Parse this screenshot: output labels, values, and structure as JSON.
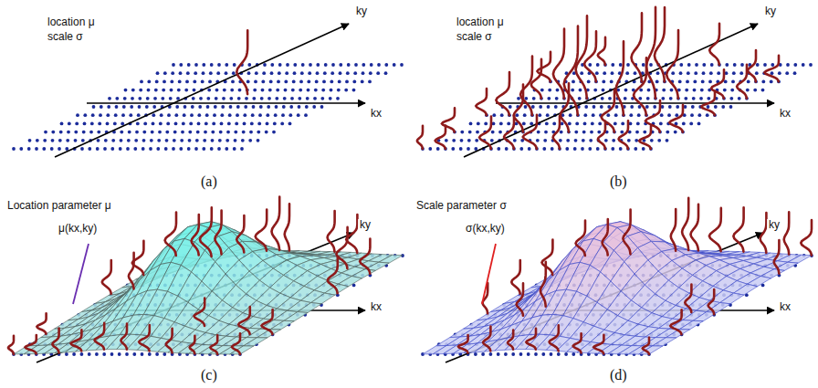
{
  "diagram": {
    "labels": [
      "location μ",
      "scale σ",
      "ky",
      "kx",
      "(a)",
      "location μ",
      "scale σ",
      "ky",
      "kx",
      "(b)",
      "Location parameter μ",
      "μ(kx,ky)",
      "ky",
      "kx",
      "(c)",
      "Scale parameter σ",
      "σ(kx,ky)",
      "ky",
      "kx",
      "(d)"
    ]
  }
}
